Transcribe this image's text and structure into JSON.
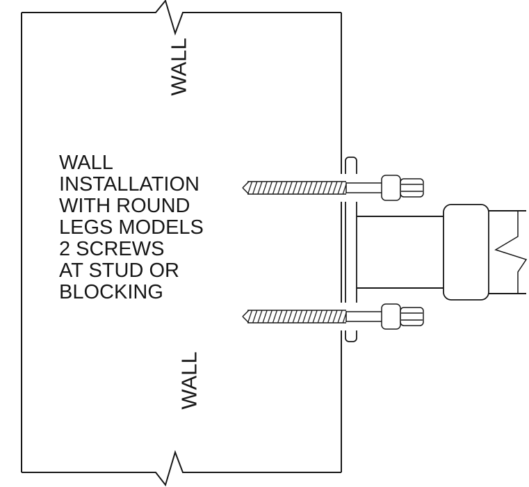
{
  "page": {
    "background": "#ffffff",
    "line_color": "#161616"
  },
  "labels": {
    "wall_top": "WALL",
    "wall_bottom": "WALL"
  },
  "annotation": {
    "lines": [
      "WALL",
      "INSTALLATION",
      "WITH ROUND",
      "LEGS MODELS",
      "2 SCREWS",
      "AT STUD OR",
      "BLOCKING"
    ]
  }
}
